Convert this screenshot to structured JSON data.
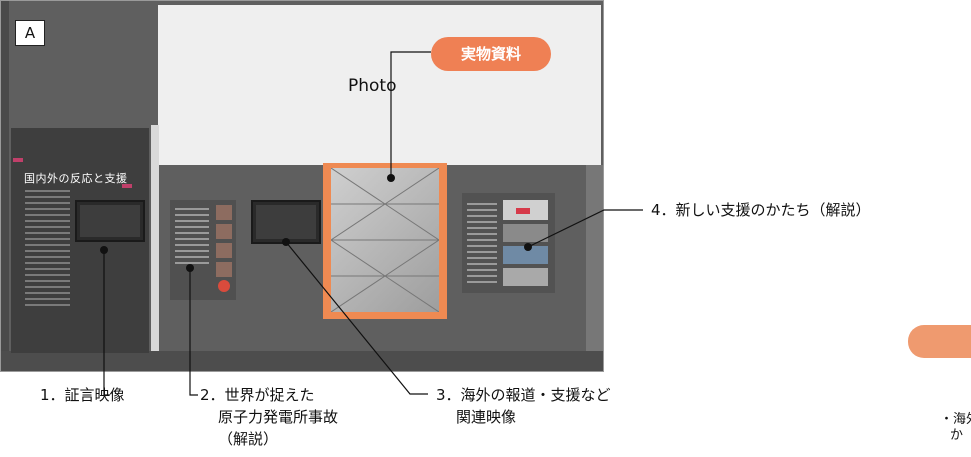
{
  "corner_label": "A",
  "badge_label": "実物資料",
  "photo_label": "Photo",
  "panel1_title": "国内外の反応と支援",
  "callouts": {
    "c1": "1．証言映像",
    "c2_line1": "2．世界が捉えた",
    "c2_line2": "原子力発電所事故",
    "c2_line3": "（解説）",
    "c3_line1": "3．海外の報道・支援など",
    "c3_line2": "関連映像",
    "c4": "4．新しい支援のかたち（解説）"
  },
  "right_fragment": {
    "line1": "・海外",
    "line2": "か"
  },
  "colors": {
    "accent_orange": "#ef8054",
    "wall_gray": "#5f5f5f",
    "case_orange": "#ef8a52"
  }
}
